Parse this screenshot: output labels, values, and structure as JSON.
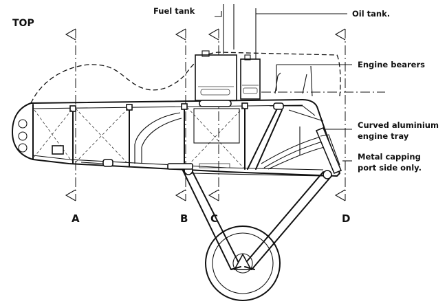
{
  "view_label": "TOP",
  "labels": {
    "fuel_tank": "Fuel tank",
    "oil_tank": "Oil tank.",
    "engine_bearers": "Engine bearers",
    "engine_tray_line1": "Curved aluminium",
    "engine_tray_line2": "engine tray",
    "capping_line1": "Metal capping",
    "capping_line2": "port side only."
  },
  "sections": {
    "a": "A",
    "b": "B",
    "c": "C",
    "d": "D"
  }
}
